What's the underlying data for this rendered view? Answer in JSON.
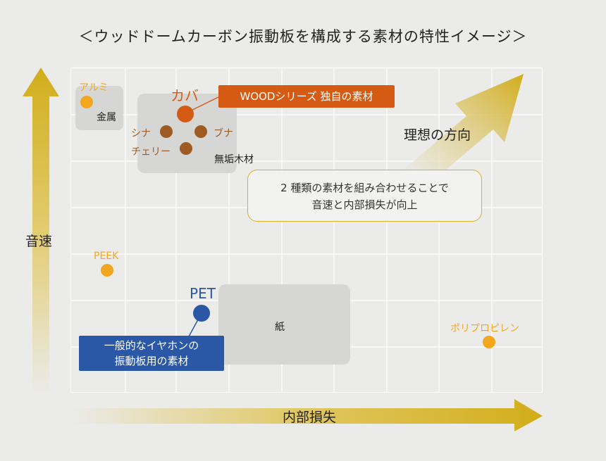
{
  "title": "＜ウッドドームカーボン振動板を構成する素材の特性イメージ＞",
  "axes": {
    "y_label": "音速",
    "x_label": "内部損失"
  },
  "ideal_direction": "理想の方向",
  "callout": {
    "line1": "2 種類の素材を組み合わせることで",
    "line2": "音速と内部損失が向上"
  },
  "wood_series_label": "WOODシリーズ 独自の素材",
  "common_label": {
    "line1": "一般的なイヤホンの",
    "line2": "振動板用の素材"
  },
  "groups": {
    "metal": "金属",
    "solid_wood": "無垢木材",
    "paper": "紙"
  },
  "materials": {
    "aluminum": "アルミ",
    "kaba": "カバ",
    "shina": "シナ",
    "buna": "ブナ",
    "cherry": "チェリー",
    "peek": "PEEK",
    "pet": "PET",
    "polypropylene": "ポリプロピレン"
  },
  "colors": {
    "background": "#ebebea",
    "gold": "#d2ad1a",
    "orange_point": "#f3a71f",
    "kaba": "#d55b14",
    "wood": "#9e5b24",
    "pet": "#2a58a6",
    "group_fill": "#d6d6d4"
  }
}
